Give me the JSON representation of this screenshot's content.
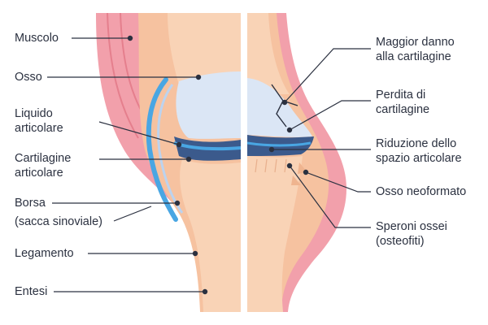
{
  "left_labels": {
    "muscolo": "Muscolo",
    "osso": "Osso",
    "liquido": "Liquido\narticolare",
    "cartilagine": "Cartilagine\narticolare",
    "borsa": "Borsa",
    "sacca": "(sacca sinoviale)",
    "legamento": "Legamento",
    "entesi": "Entesi"
  },
  "right_labels": {
    "danno": "Maggior danno\nalla cartilagine",
    "perdita": "Perdita di\ncartilagine",
    "riduzione": "Riduzione dello\nspazio articolare",
    "neoformato": "Osso neoformato",
    "speroni": "Speroni ossei\n(osteofiti)"
  },
  "colors": {
    "muscle": "#f2a0ab",
    "muscle_dark": "#e57f8d",
    "skin_bone": "#f6c2a0",
    "bone_light": "#f9d3b6",
    "cartilage": "#dbe6f5",
    "synovial_fluid": "#49a6e3",
    "joint_gap": "#3b5a8c",
    "pointer_line": "#2b3140"
  }
}
